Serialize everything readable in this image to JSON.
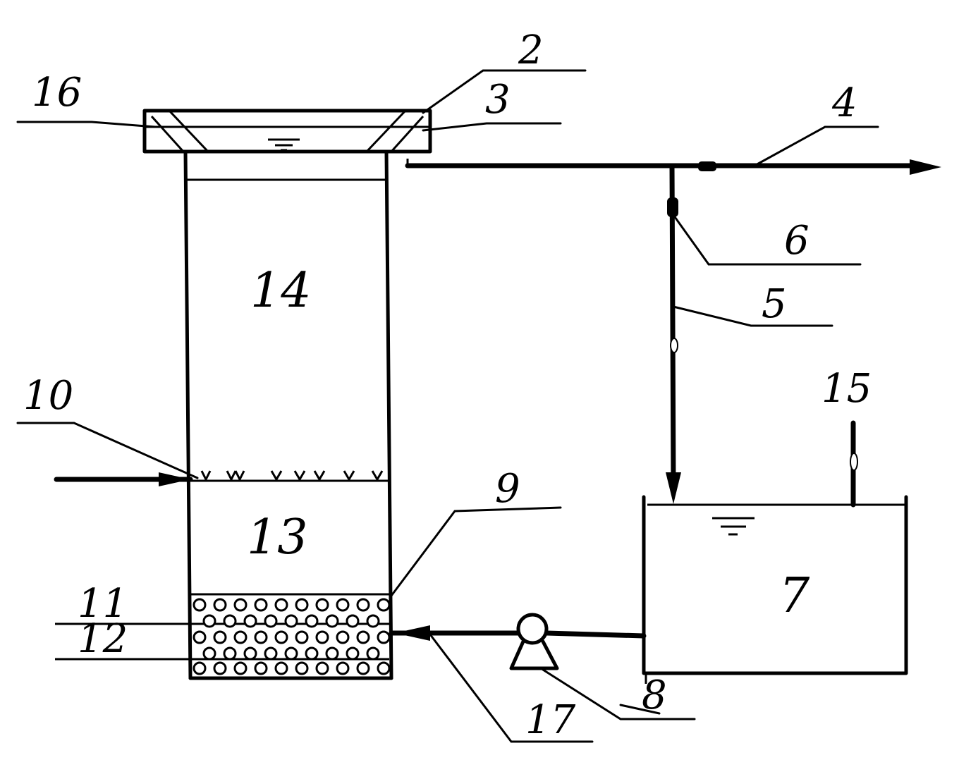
{
  "labels": {
    "l2": "2",
    "l3": "3",
    "l4": "4",
    "l5": "5",
    "l6": "6",
    "l7": "7",
    "l8": "8",
    "l9": "9",
    "l10": "10",
    "l11": "11",
    "l12": "12",
    "l13": "13",
    "l14": "14",
    "l15": "15",
    "l16": "16",
    "l17": "17"
  }
}
